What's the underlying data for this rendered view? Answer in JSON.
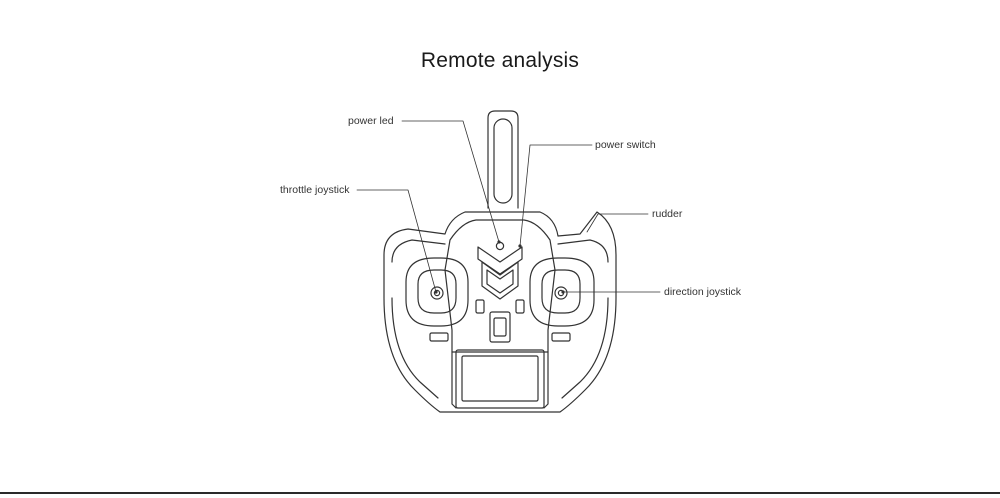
{
  "title": "Remote analysis",
  "callouts": {
    "power_led": "power led",
    "power_switch": "power switch",
    "throttle_joystick": "throttle joystick",
    "rudder": "rudder",
    "direction_joystick": "direction joystick"
  },
  "colors": {
    "line": "#333333",
    "text": "#1a1a1a",
    "background": "#ffffff"
  }
}
